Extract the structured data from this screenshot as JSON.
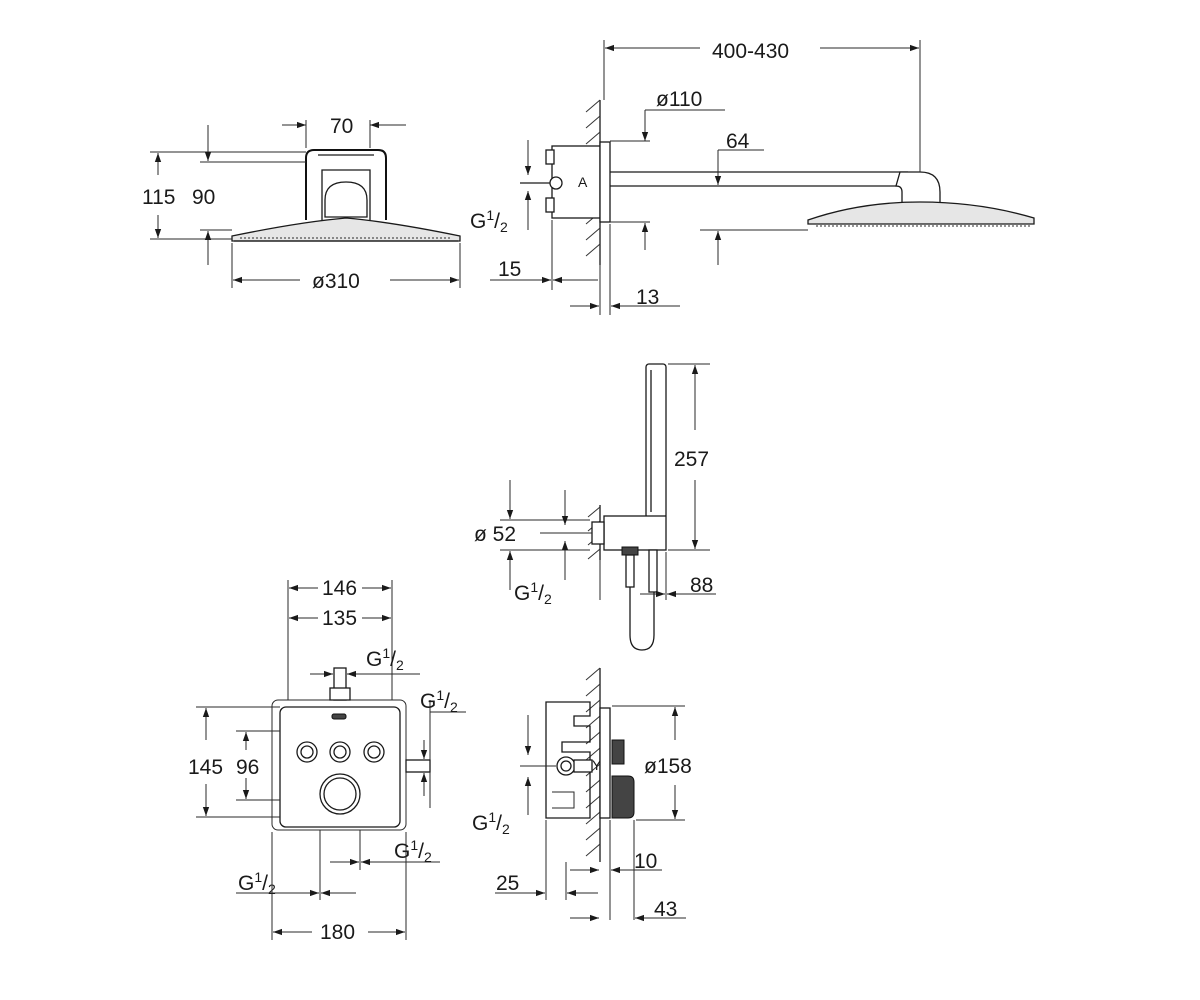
{
  "dimensions": {
    "head_hole_width": "70",
    "head_total_height": "115",
    "head_body_height": "90",
    "head_diameter": "ø310",
    "arm_length": "400-430",
    "arm_flange_diameter": "ø110",
    "arm_height_offset": "64",
    "arm_box_depth": "15",
    "arm_wall_offset": "13",
    "hand_shower_length": "257",
    "wall_outlet_diameter": "ø 52",
    "holder_projection": "88",
    "thermo_width_outer": "146",
    "thermo_width_inner": "135",
    "thermo_height_outer": "145",
    "thermo_height_inner": "96",
    "thermo_plate_width": "180",
    "thermo_plate_diameter": "ø158",
    "thermo_box_depth": "25",
    "thermo_knob_offset": "10",
    "thermo_projection": "43"
  },
  "thread": {
    "base": "G",
    "num": "1",
    "den": "2"
  },
  "colors": {
    "line": "#1a1a1a",
    "fill_light": "#e6e6e6"
  }
}
